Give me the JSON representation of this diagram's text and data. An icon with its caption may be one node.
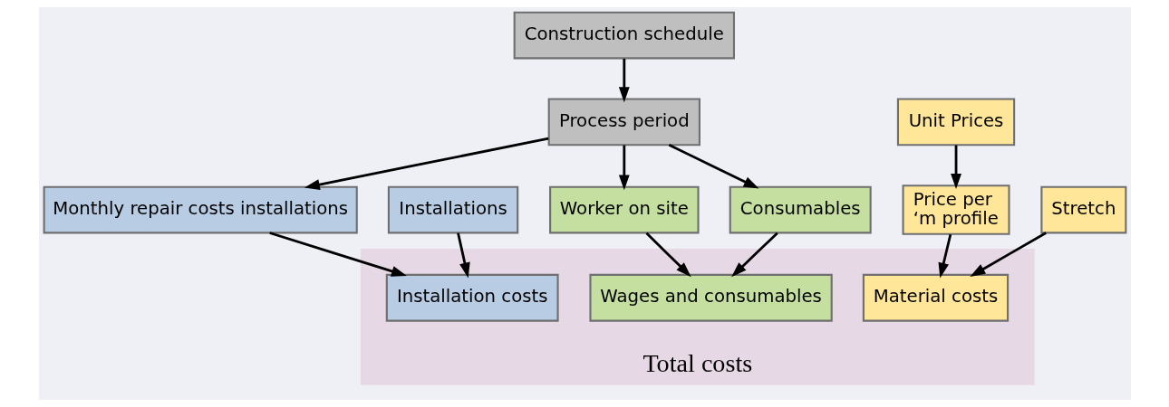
{
  "diagram": {
    "nodes": [
      {
        "text": [
          "Construction schedule"
        ]
      },
      {
        "text": [
          "Process period"
        ]
      },
      {
        "text": [
          "Installations"
        ]
      },
      {
        "text": [
          "Monthly repair costs installations"
        ]
      },
      {
        "text": [
          "Worker on site"
        ]
      },
      {
        "text": [
          "Consumables"
        ]
      },
      {
        "text": [
          "Unit Prices"
        ]
      },
      {
        "text": [
          "Price per ‘m profile"
        ]
      },
      {
        "text": [
          "Stretch"
        ]
      },
      {
        "text": [
          "Total costs"
        ]
      },
      {
        "text": [
          "Installation costs"
        ],
        "in": 9
      },
      {
        "text": [
          "Wages and consumables"
        ],
        "in": 9
      },
      {
        "text": [
          "Material costs"
        ],
        "in": 9
      }
    ],
    "edges": [
      {
        "from": 0,
        "to": 1,
        "arrow": "to"
      },
      {
        "from": 1,
        "to": 3,
        "arrow": "to"
      },
      {
        "from": 1,
        "to": 4,
        "arrow": "to"
      },
      {
        "from": 1,
        "to": 5,
        "arrow": "to"
      },
      {
        "from": 6,
        "to": 7,
        "arrow": "to"
      },
      {
        "from": 2,
        "to": 10,
        "arrow": "to"
      },
      {
        "from": 3,
        "to": 10,
        "arrow": "to"
      },
      {
        "from": 4,
        "to": 11,
        "arrow": "to"
      },
      {
        "from": 5,
        "to": 11,
        "arrow": "to"
      },
      {
        "from": 7,
        "to": 12,
        "arrow": "to"
      },
      {
        "from": 8,
        "to": 12,
        "arrow": "to"
      }
    ]
  }
}
